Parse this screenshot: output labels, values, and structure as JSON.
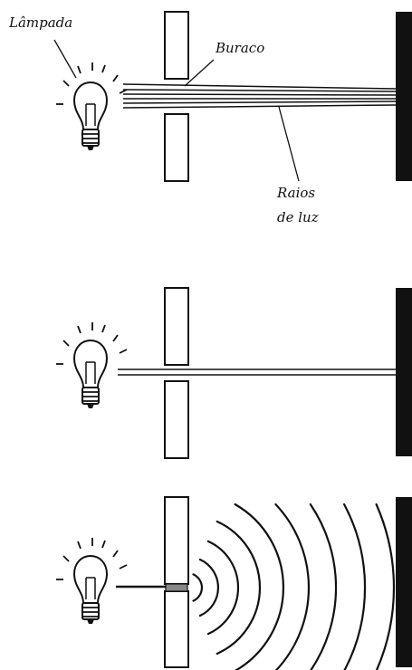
{
  "labels": {
    "lamp": "Lâmpada",
    "hole": "Buraco",
    "rays_line1": "Raios",
    "rays_line2": "de luz"
  },
  "colors": {
    "ink": "#111111",
    "paper": "#ffffff",
    "gap": "#888888"
  },
  "icons": {
    "lamp": "light-bulb-icon"
  }
}
